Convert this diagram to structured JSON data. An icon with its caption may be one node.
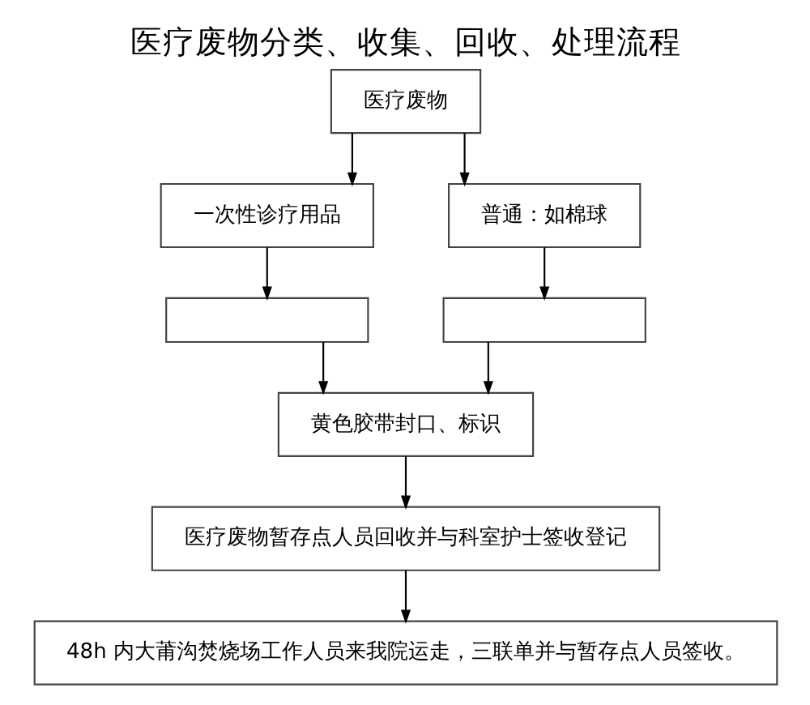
{
  "diagram": {
    "title": "医疗废物分类、收集、回收、处理流程",
    "nodes": [
      {
        "text": [
          "医疗废物"
        ]
      },
      {
        "text": [
          "一次性诊疗用品"
        ]
      },
      {
        "text": [
          "普通：如棉球"
        ]
      },
      {
        "text": [],
        "shape": "box"
      },
      {
        "text": [],
        "shape": "box"
      },
      {
        "text": [
          "黄色胶带封口、标识"
        ]
      },
      {
        "text": [
          "医疗废物暂存点人员回收并与科室护士签收登记"
        ]
      },
      {
        "text": [
          "48h 内大莆沟焚烧场工作人员来我院运走，三联单并与暂存点人员签收。"
        ]
      }
    ],
    "edges": [
      {
        "from": 0,
        "to": 1,
        "arrow": "to"
      },
      {
        "from": 0,
        "to": 2,
        "arrow": "to"
      },
      {
        "from": 1,
        "to": 3,
        "arrow": "to"
      },
      {
        "from": 2,
        "to": 4,
        "arrow": "to"
      },
      {
        "from": 3,
        "to": 5,
        "arrow": "to"
      },
      {
        "from": 4,
        "to": 5,
        "arrow": "to"
      },
      {
        "from": 5,
        "to": 6,
        "arrow": "to"
      },
      {
        "from": 6,
        "to": 7,
        "arrow": "to"
      }
    ]
  }
}
